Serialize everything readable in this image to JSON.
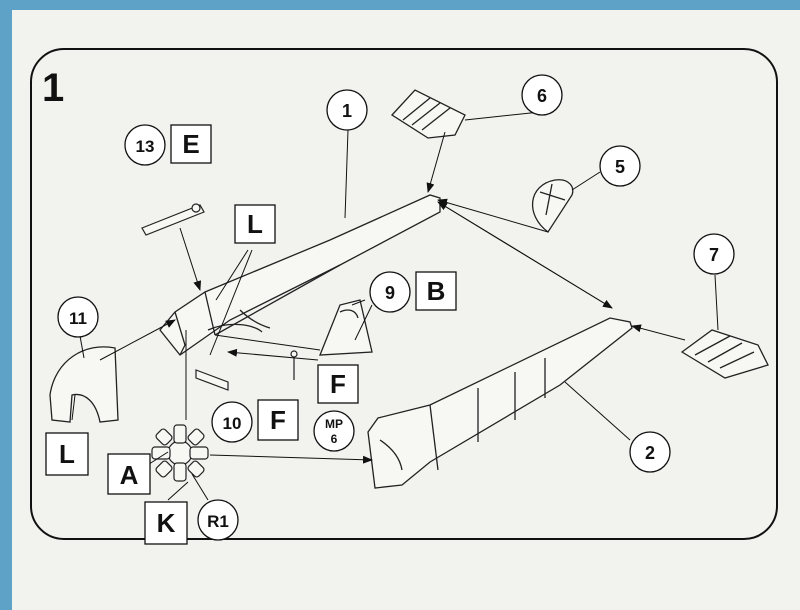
{
  "step_number": "1",
  "numbered_callouts": [
    {
      "id": "c1",
      "label": "1"
    },
    {
      "id": "c2",
      "label": "2"
    },
    {
      "id": "c5",
      "label": "5"
    },
    {
      "id": "c6",
      "label": "6"
    },
    {
      "id": "c7",
      "label": "7"
    },
    {
      "id": "c9",
      "label": "9"
    },
    {
      "id": "c10",
      "label": "10"
    },
    {
      "id": "c11",
      "label": "11"
    },
    {
      "id": "c13",
      "label": "13"
    },
    {
      "id": "cR1",
      "label": "R1"
    },
    {
      "id": "cMP6a",
      "label": "MP"
    },
    {
      "id": "cMP6b",
      "label": "6"
    }
  ],
  "sprue_boxes": [
    {
      "id": "bE",
      "label": "E"
    },
    {
      "id": "bL1",
      "label": "L"
    },
    {
      "id": "bB",
      "label": "B"
    },
    {
      "id": "bF1",
      "label": "F"
    },
    {
      "id": "bF2",
      "label": "F"
    },
    {
      "id": "bL2",
      "label": "L"
    },
    {
      "id": "bA",
      "label": "A"
    },
    {
      "id": "bK",
      "label": "K"
    }
  ],
  "colors": {
    "ink": "#111111",
    "paper": "#f2f2ef",
    "background": "#5fa2c8"
  }
}
